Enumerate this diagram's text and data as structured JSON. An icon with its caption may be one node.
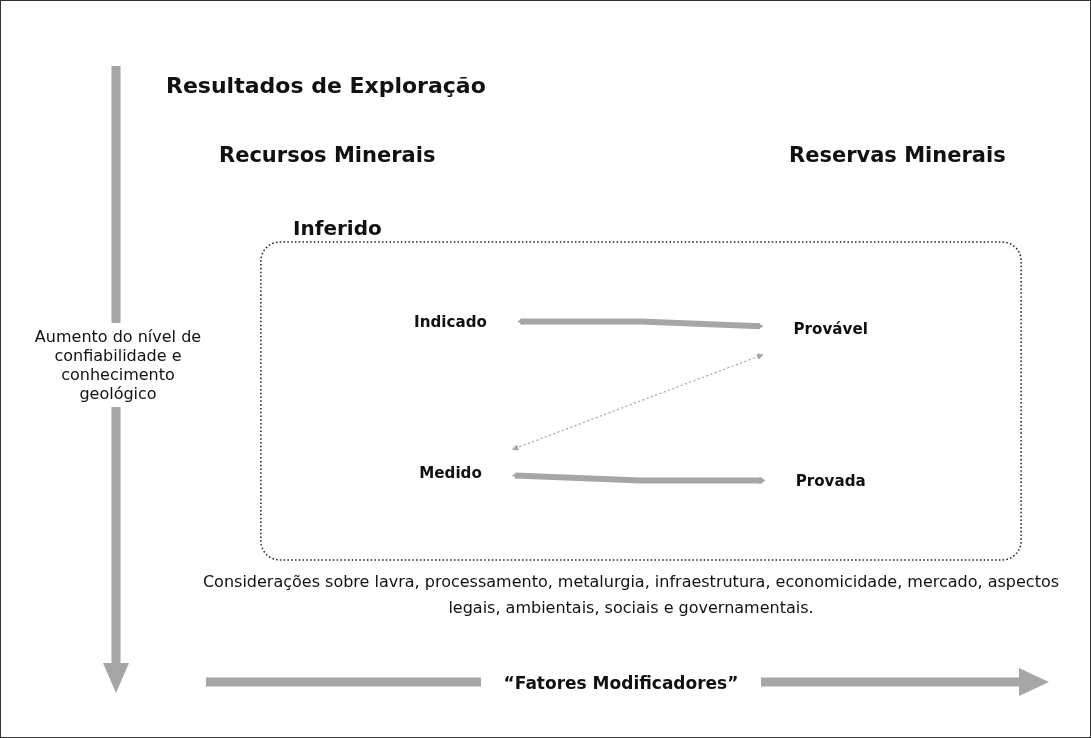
{
  "diagram": {
    "nodes": [
      {
        "text": [],
        "shape": "box"
      },
      {
        "text": [
          "Indicado"
        ],
        "in": 0
      },
      {
        "text": [
          "Provável"
        ],
        "in": 0
      },
      {
        "text": [
          "Medido"
        ],
        "in": 0
      },
      {
        "text": [
          "Provada"
        ],
        "in": 0
      }
    ],
    "edges": [
      {
        "from": 1,
        "to": 2,
        "arrow": "both"
      },
      {
        "from": 3,
        "to": 4,
        "arrow": "both"
      },
      {
        "from": 3,
        "to": 2,
        "arrow": "both",
        "style": "dashed"
      }
    ],
    "labels": [
      "Resultados de Exploração",
      "Recursos Minerais",
      "Reservas Minerais",
      "Inferido",
      "Aumento do nível de confiabilidade e conhecimento geológico",
      "Considerações sobre lavra, processamento, metalurgia, infraestrutura, economicidade, mercado,  aspectos legais, ambientais, sociais e governamentais.",
      "“Fatores Modificadores”"
    ]
  }
}
